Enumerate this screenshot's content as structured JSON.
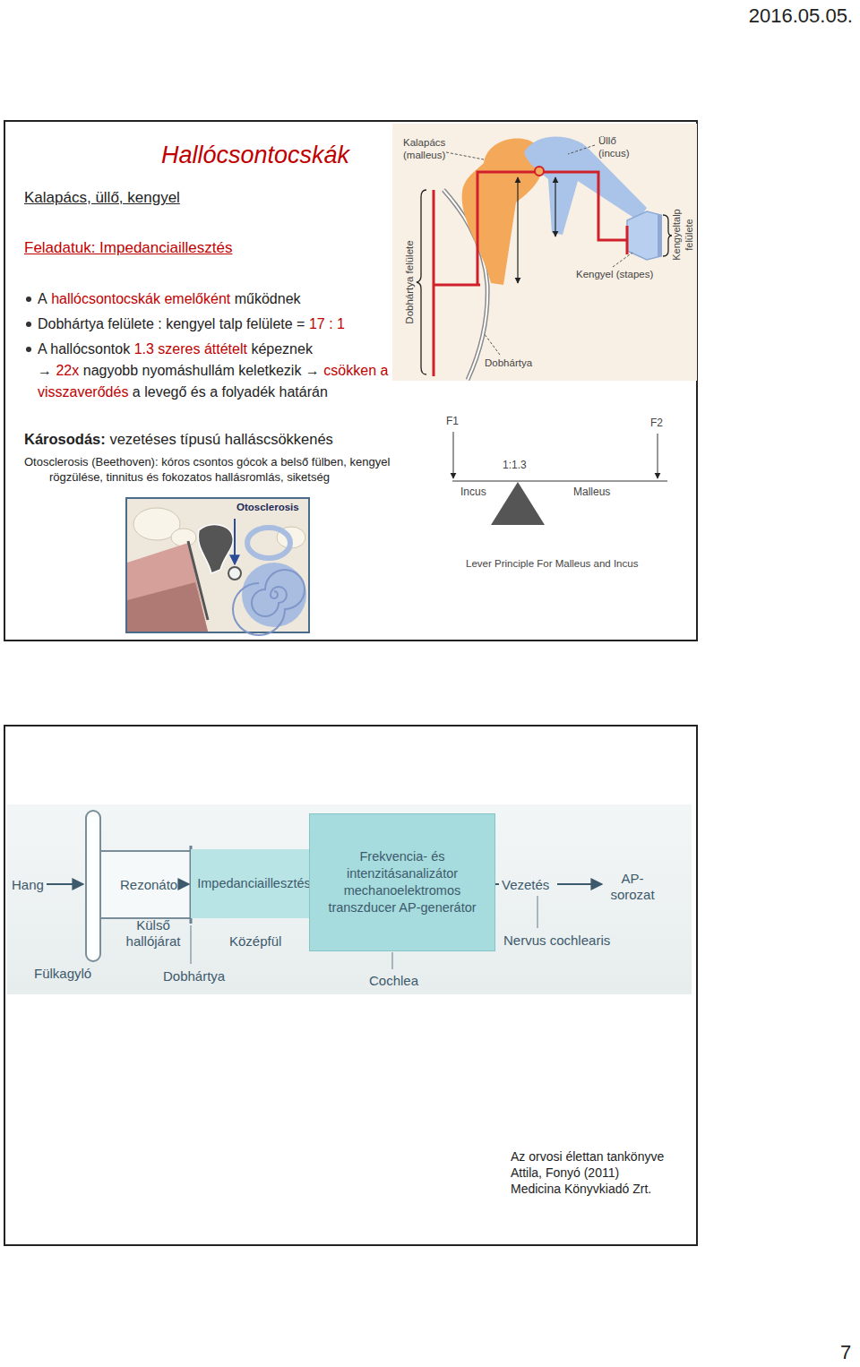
{
  "diagram": {
    "title": "Hallócsontocskák",
    "nodes": [
      {
        "text": [
          "Impedanciaillesztés"
        ]
      },
      {
        "text": [
          "Frekvencia- és intenzitásanalizátor mechanoelektromos transzducer AP-generátor"
        ]
      }
    ],
    "labels": [
      "2016.05.05.",
      "Kalapács, üllő, kengyel",
      "Feladatuk: Impedanciaillesztés",
      "A",
      "hallócsontocskák emelőként",
      "működnek",
      "Dobhártya felülete : kengyel talp felülete =",
      "17 : 1",
      "A hallócsontok",
      "1.3 szeres áttételt",
      "képeznek →",
      "22x",
      "nagyobb nyomáshullám keletkezik →",
      "csökken a visszaverődés",
      "a levegő és a folyadék határán",
      "Károsodás:",
      "vezetéses típusú halláscsökkenés",
      "Otosclerosis (Beethoven): kóros csontos gócok a belső fülben, kengyel rögzülése, tinnitus és fokozatos hallásromlás, siketség",
      "Kalapács (malleus)",
      "Üllő (incus)",
      "Dobhártya felülete",
      "Kengyeltalp felülete",
      "Kengyel (stapes)",
      "Dobhártya",
      "F1",
      "F2",
      "1:1.3",
      "Incus",
      "Malleus",
      "Lever Principle For Malleus and Incus",
      "Otosclerosis",
      "Hang",
      "Rezonátor",
      "Külső hallójárat",
      "Fülkagyló",
      "Dobhártya",
      "Középfül",
      "Cochlea",
      "Vezetés",
      "AP-sorozat",
      "Nervus cochlearis",
      "Az orvosi élettan tankönyve",
      "Attila, Fonyó (2011)",
      "Medicina Könyvkiadó Zrt.",
      "7"
    ]
  }
}
